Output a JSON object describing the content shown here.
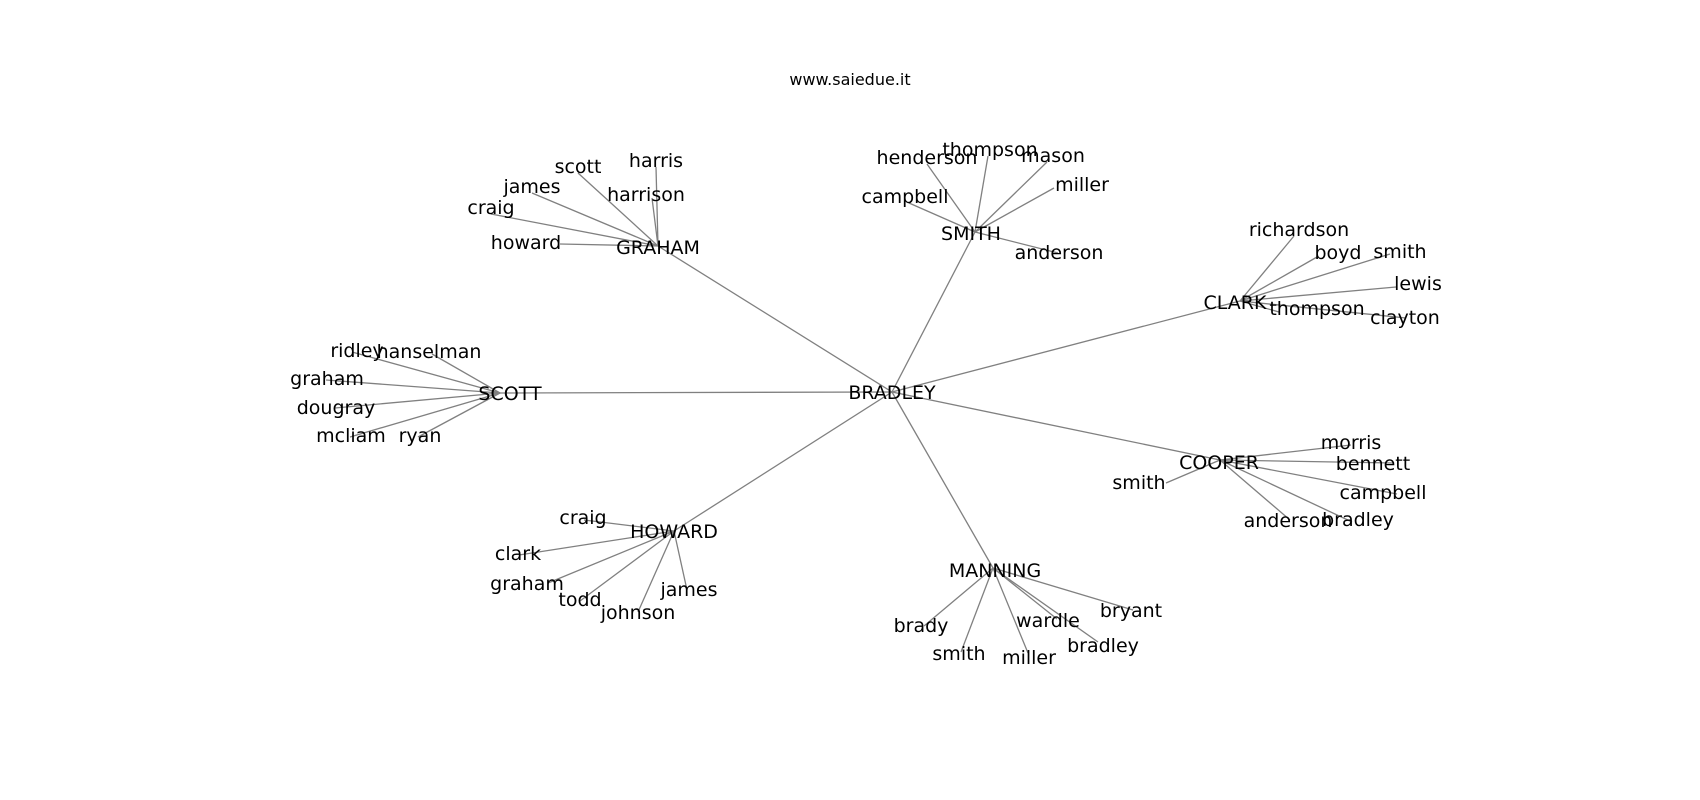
{
  "site_title": "www.saiedue.it",
  "graph": {
    "root": {
      "id": "bradley-root",
      "label": "BRADLEY"
    },
    "hubs": [
      {
        "id": "graham",
        "label": "GRAHAM",
        "leaves": [
          "scott",
          "harris",
          "james",
          "harrison",
          "craig",
          "howard"
        ]
      },
      {
        "id": "smith",
        "label": "SMITH",
        "leaves": [
          "henderson",
          "thompson",
          "mason",
          "miller",
          "campbell",
          "anderson"
        ]
      },
      {
        "id": "clark",
        "label": "CLARK",
        "leaves": [
          "richardson",
          "boyd",
          "smith",
          "lewis",
          "thompson",
          "clayton"
        ]
      },
      {
        "id": "scott",
        "label": "SCOTT",
        "leaves": [
          "ridley",
          "hanselman",
          "graham",
          "dougray",
          "mcliam",
          "ryan"
        ]
      },
      {
        "id": "cooper",
        "label": "COOPER",
        "leaves": [
          "morris",
          "bennett",
          "smith",
          "campbell",
          "anderson",
          "bradley"
        ]
      },
      {
        "id": "howard",
        "label": "HOWARD",
        "leaves": [
          "craig",
          "clark",
          "graham",
          "todd",
          "johnson",
          "james"
        ]
      },
      {
        "id": "manning",
        "label": "MANNING",
        "leaves": [
          "bryant",
          "brady",
          "wardle",
          "bradley",
          "smith",
          "miller"
        ]
      }
    ]
  }
}
